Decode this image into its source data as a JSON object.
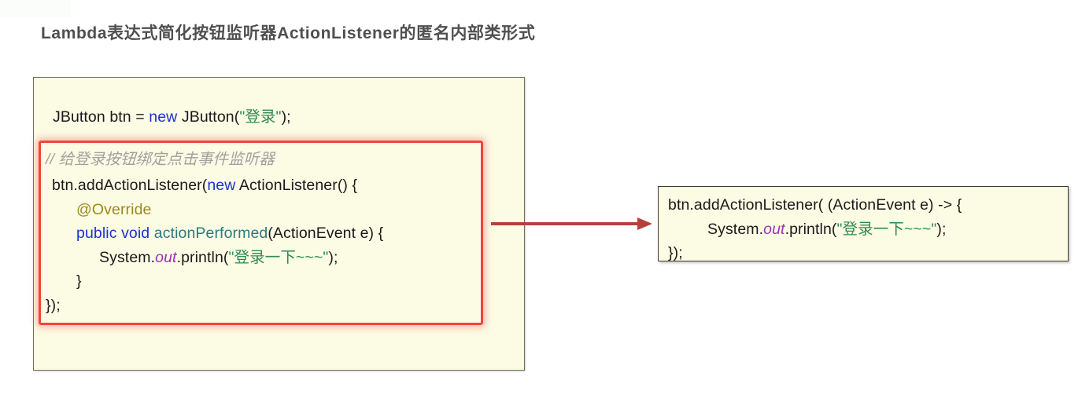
{
  "slide": {
    "title": "Lambda表达式简化按钮监听器ActionListener的匿名内部类形式"
  },
  "colors": {
    "panel_background": "#fcfbe4",
    "panel_border": "#6e6e5a",
    "highlight_border": "#f0463c",
    "highlight_glow": "#f46e64",
    "arrow": "#b5413c",
    "title_text": "#4f4f4f",
    "keyword": "#1b33cf",
    "string": "#2f8a52",
    "comment": "#a0a0a0",
    "annotation": "#9a8a20",
    "method": "#2b7a80",
    "static_field": "#9b30b8",
    "plain_text": "#1a1a1a"
  },
  "anonymous_class_panel": {
    "declaration_line": {
      "part_1": "JButton btn = ",
      "keyword": "new",
      "part_2": " JButton(",
      "string": "\"登录\"",
      "part_3": ");"
    },
    "highlight": {
      "comment": "// 给登录按钮绑定点击事件监听器",
      "add_listener": {
        "part_1": "btn.addActionListener(",
        "keyword": "new",
        "part_2": " ActionListener() {"
      },
      "annotation": "@Override",
      "signature": {
        "keyword": "public void ",
        "method": "actionPerformed",
        "params": "(ActionEvent e) {"
      },
      "println": {
        "part_1": "System.",
        "field": "out",
        "part_2": ".println(",
        "string": "\"登录一下~~~\"",
        "part_3": ");"
      },
      "close_inner": "}",
      "close_outer": "});"
    }
  },
  "lambda_panel": {
    "line_1": "btn.addActionListener( (ActionEvent e) -> {",
    "line_2": {
      "part_1": "System.",
      "field": "out",
      "part_2": ".println(",
      "string": "\"登录一下~~~\"",
      "part_3": ");"
    },
    "line_3": "});"
  },
  "arrow": {
    "label": "simplifies-to",
    "direction": "right"
  }
}
